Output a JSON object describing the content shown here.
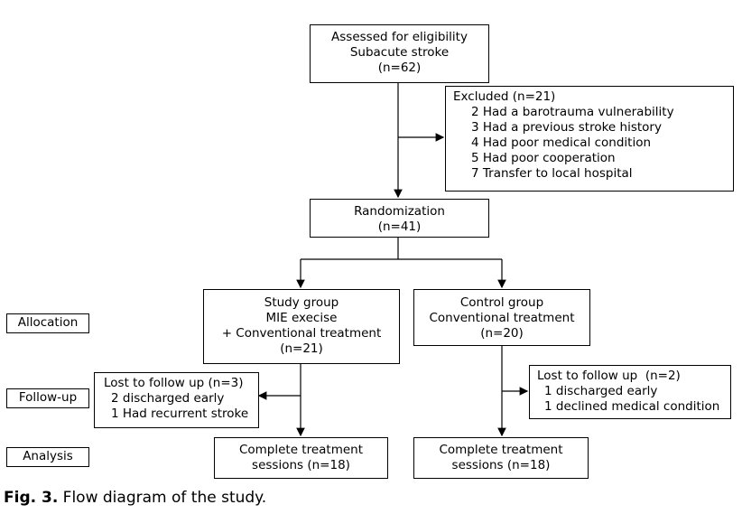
{
  "assessed": {
    "lines": [
      "Assessed for eligibility",
      "Subacute stroke",
      "(n=62)"
    ]
  },
  "excluded": {
    "lines": [
      "Excluded (n=21)",
      "2 Had a barotrauma vulnerability",
      "3 Had a previous stroke history",
      "4 Had poor medical condition",
      "5 Had poor cooperation",
      "7 Transfer to local hospital"
    ]
  },
  "randomization": {
    "lines": [
      "Randomization",
      "(n=41)"
    ]
  },
  "study_group": {
    "lines": [
      "Study group",
      "MIE execise",
      "+ Conventional treatment",
      "(n=21)"
    ]
  },
  "control_group": {
    "lines": [
      "Control group",
      "Conventional treatment",
      "(n=20)"
    ]
  },
  "lost_study": {
    "lines": [
      "Lost to follow up (n=3)",
      "2 discharged early",
      "1 Had recurrent stroke"
    ]
  },
  "lost_control": {
    "lines": [
      "Lost to follow up  (n=2)",
      "1 discharged early",
      "1 declined medical condition"
    ]
  },
  "complete_study": {
    "lines": [
      "Complete treatment",
      "sessions (n=18)"
    ]
  },
  "complete_control": {
    "lines": [
      "Complete treatment",
      "sessions (n=18)"
    ]
  },
  "stages": {
    "allocation": "Allocation",
    "followup": "Follow-up",
    "analysis": "Analysis"
  },
  "caption": {
    "label": "Fig. 3.",
    "text": " Flow diagram of the study."
  }
}
